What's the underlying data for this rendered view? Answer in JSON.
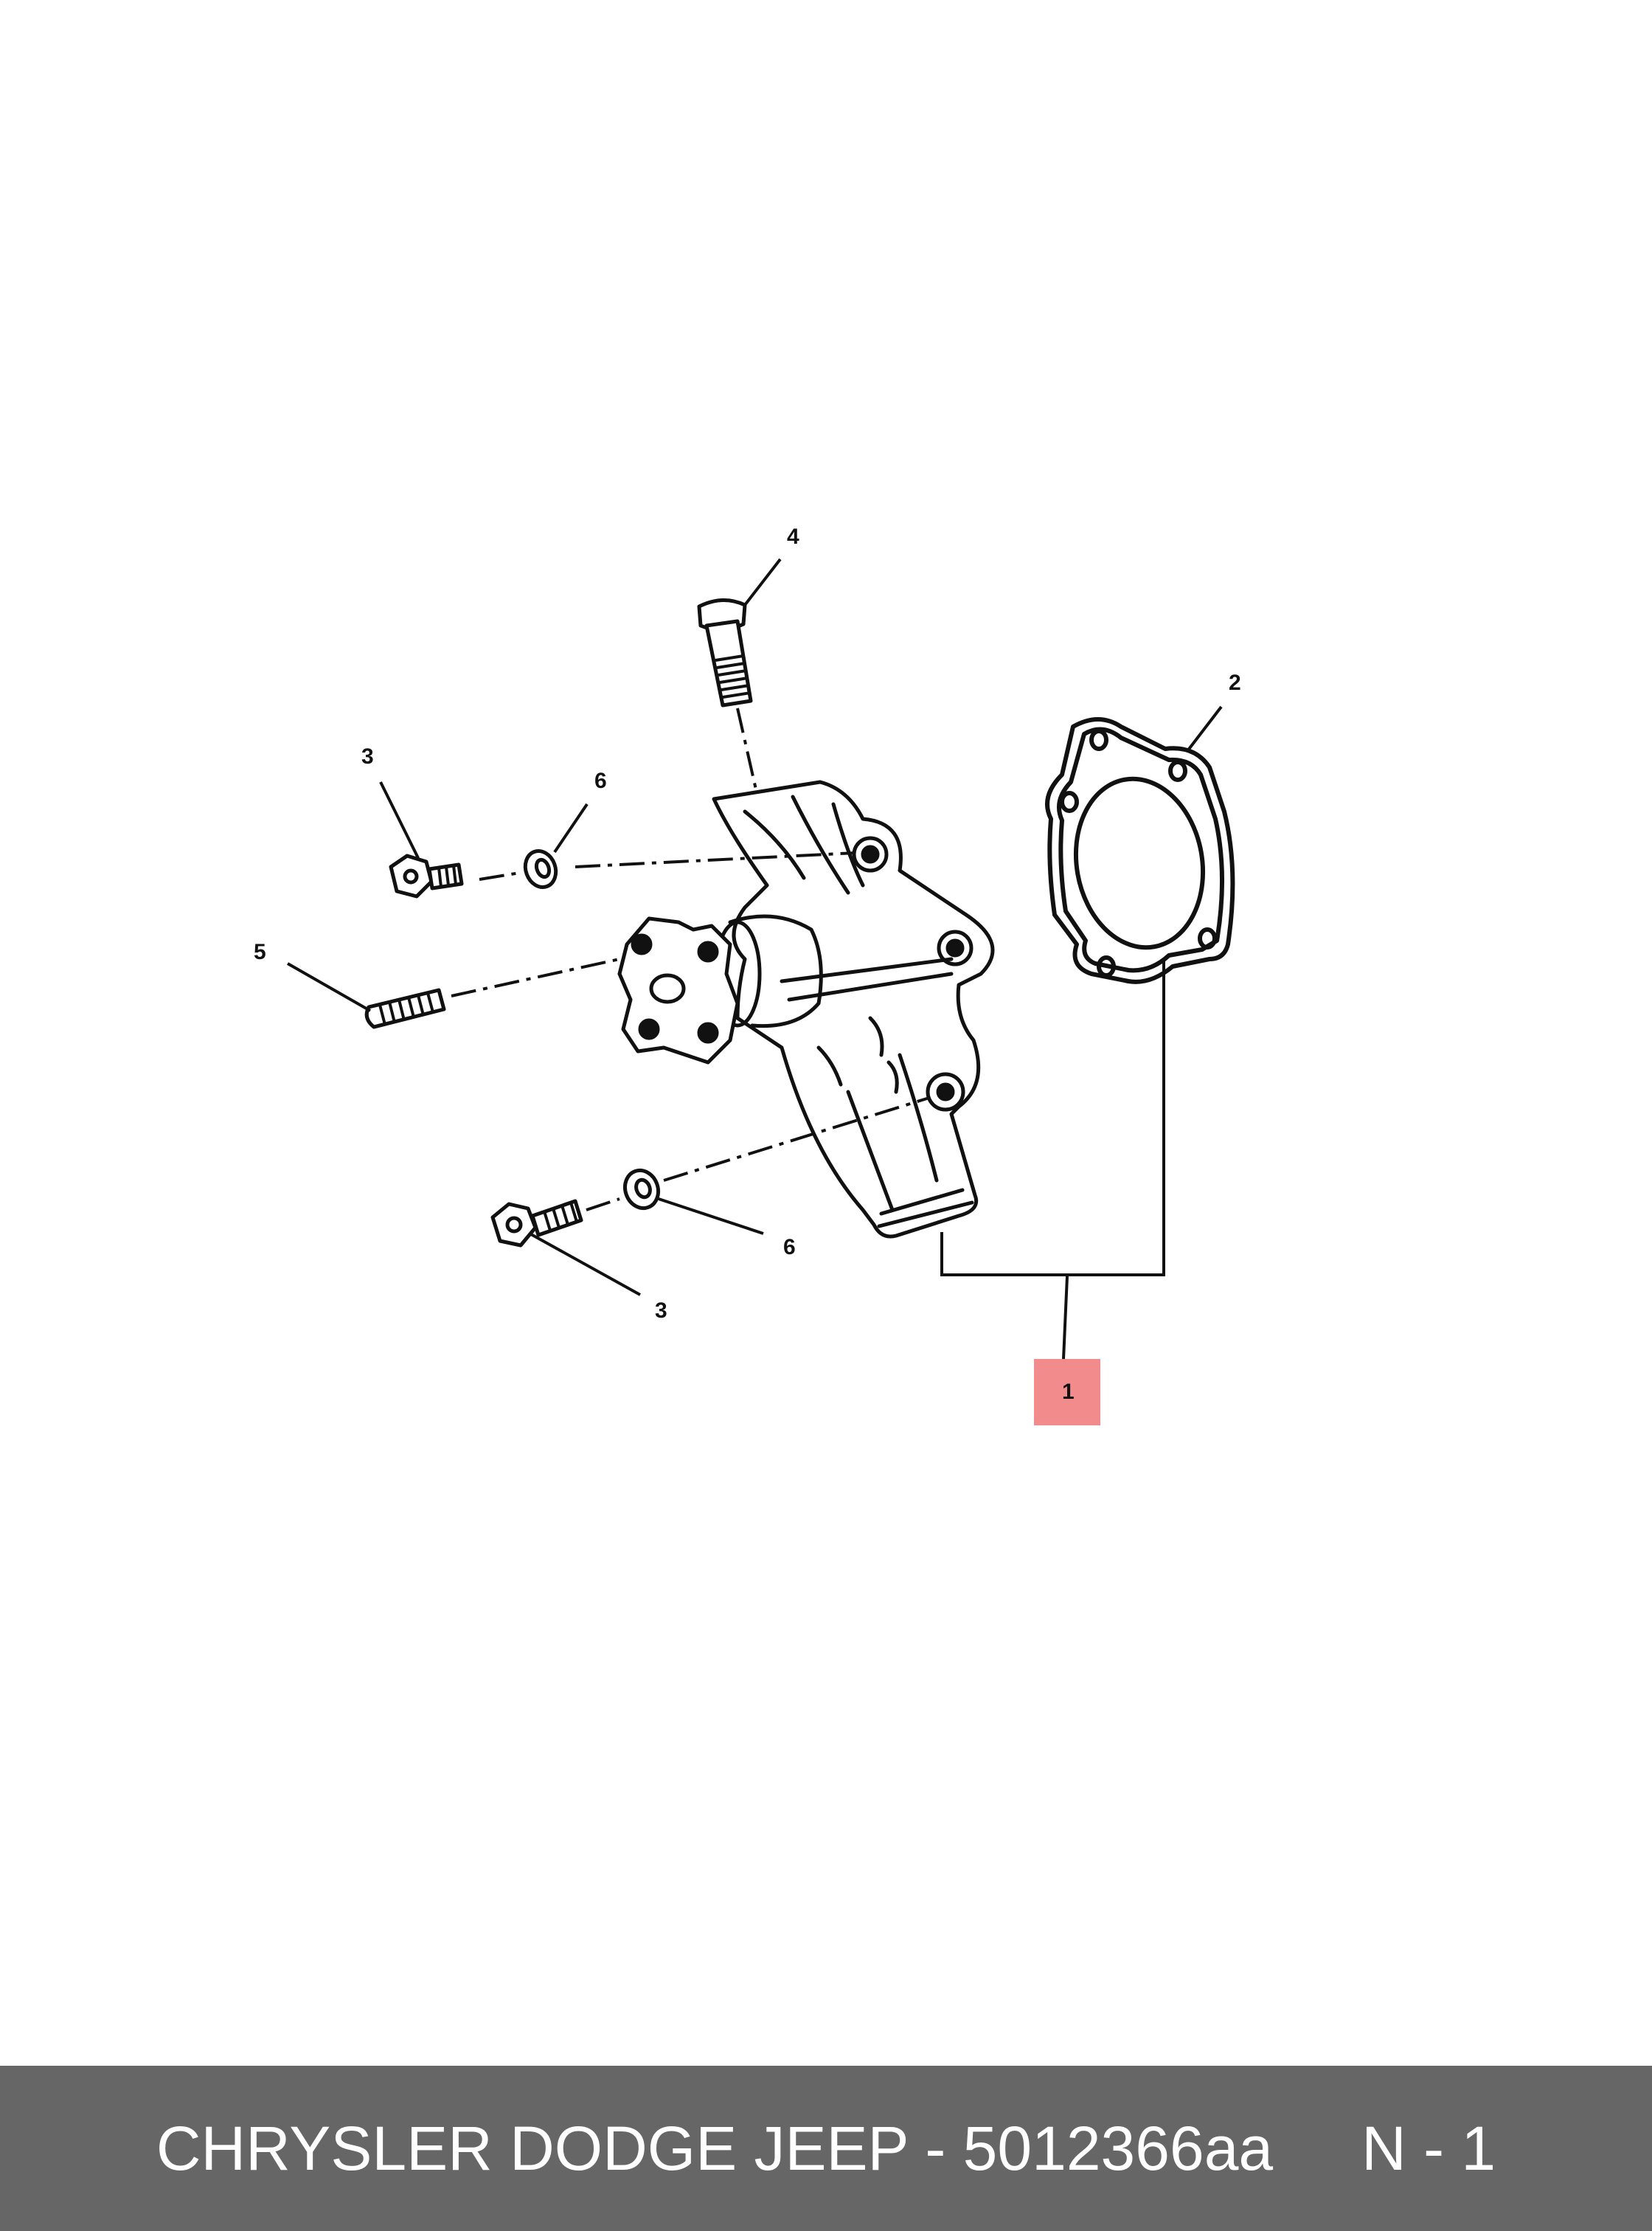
{
  "diagram": {
    "callouts": [
      {
        "id": "part-1",
        "label": "1",
        "highlight_color": "#f28b8b"
      },
      {
        "id": "part-2",
        "label": "2"
      },
      {
        "id": "part-3a",
        "label": "3"
      },
      {
        "id": "part-3b",
        "label": "3"
      },
      {
        "id": "part-4",
        "label": "4"
      },
      {
        "id": "part-5",
        "label": "5"
      },
      {
        "id": "part-6a",
        "label": "6"
      },
      {
        "id": "part-6b",
        "label": "6"
      }
    ],
    "line_color": "#111111"
  },
  "footer": {
    "brand_part": "CHRYSLER DODGE JEEP - 5012366aa",
    "qty": "N - 1",
    "background": "#666666"
  }
}
